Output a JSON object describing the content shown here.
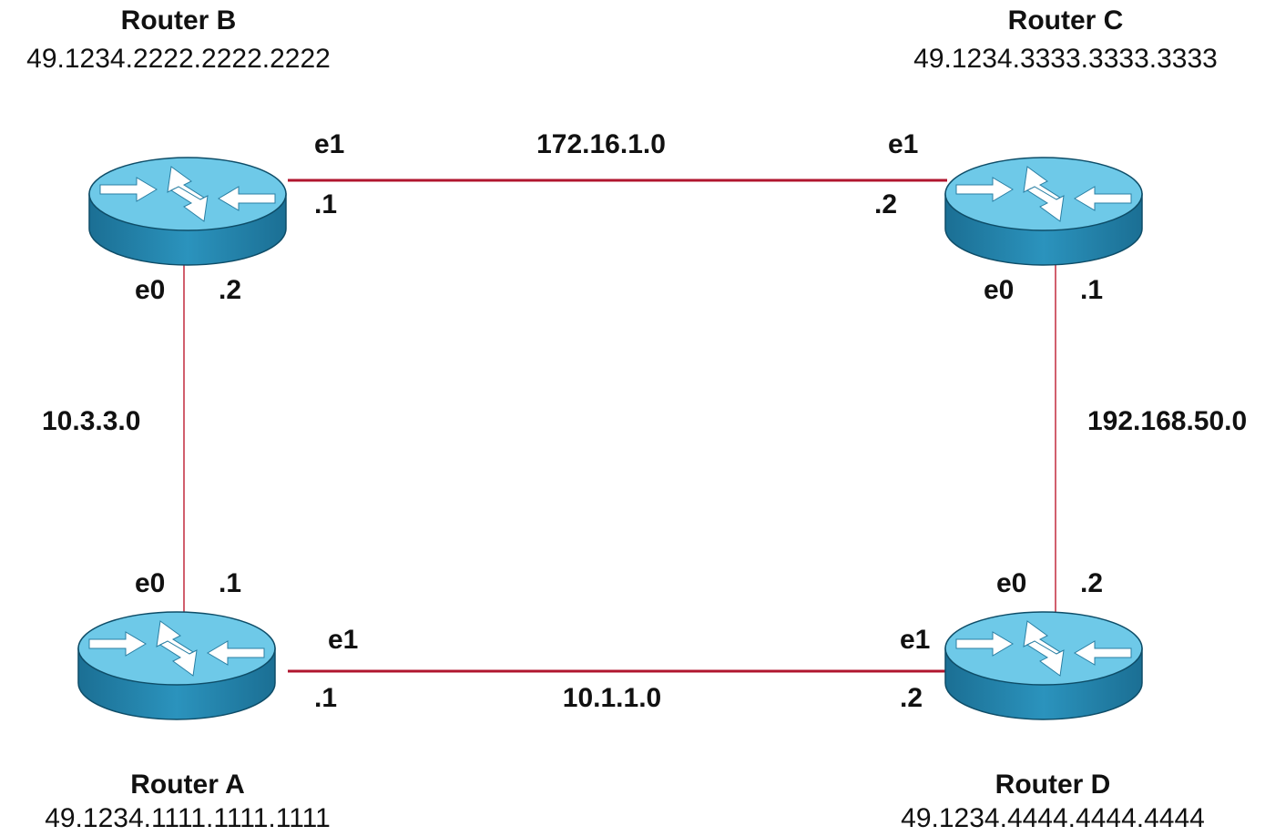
{
  "routers": {
    "a": {
      "name": "Router A",
      "nsap": "49.1234.1111.1111.1111",
      "e0_addr": ".1",
      "e1_addr": ".1"
    },
    "b": {
      "name": "Router B",
      "nsap": "49.1234.2222.2222.2222",
      "e0_addr": ".2",
      "e1_addr": ".1"
    },
    "c": {
      "name": "Router C",
      "nsap": "49.1234.3333.3333.3333",
      "e0_addr": ".1",
      "e1_addr": ".2"
    },
    "d": {
      "name": "Router D",
      "nsap": "49.1234.4444.4444.4444",
      "e0_addr": ".2",
      "e1_addr": ".2"
    }
  },
  "interfaces": {
    "e0": "e0",
    "e1": "e1"
  },
  "networks": {
    "bc": "172.16.1.0",
    "ad": "10.1.1.0",
    "ab": "10.3.3.0",
    "cd": "192.168.50.0"
  },
  "colors": {
    "link": "#b0152e",
    "router_top": "#6ec9e8",
    "router_side": "#1e7fa6",
    "arrow": "#ffffff",
    "text": "#111111"
  },
  "icons": {
    "router": "router-icon"
  }
}
